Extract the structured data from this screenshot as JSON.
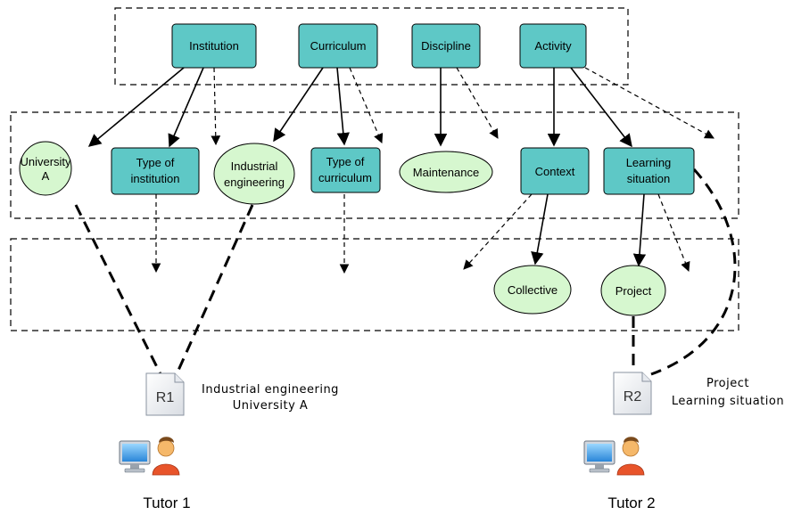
{
  "nodes": {
    "institution": "Institution",
    "curriculum": "Curriculum",
    "discipline": "Discipline",
    "activity": "Activity",
    "university_a": [
      "University",
      "A"
    ],
    "type_of_institution": [
      "Type of",
      "institution"
    ],
    "industrial_engineering": [
      "Industrial",
      "engineering"
    ],
    "type_of_curriculum": [
      "Type of",
      "curriculum"
    ],
    "maintenance": "Maintenance",
    "context": "Context",
    "learning_situation": [
      "Learning",
      "situation"
    ],
    "collective": "Collective",
    "project": "Project"
  },
  "documents": {
    "r1": {
      "id": "R1",
      "caption": [
        "Industrial engineering",
        "University A"
      ]
    },
    "r2": {
      "id": "R2",
      "caption": [
        "Project",
        "Learning situation"
      ]
    }
  },
  "tutors": {
    "tutor1": "Tutor 1",
    "tutor2": "Tutor 2"
  },
  "colors": {
    "concept_fill": "#5ec8c6",
    "instance_fill": "#d6f7cf",
    "stroke": "#000000"
  }
}
